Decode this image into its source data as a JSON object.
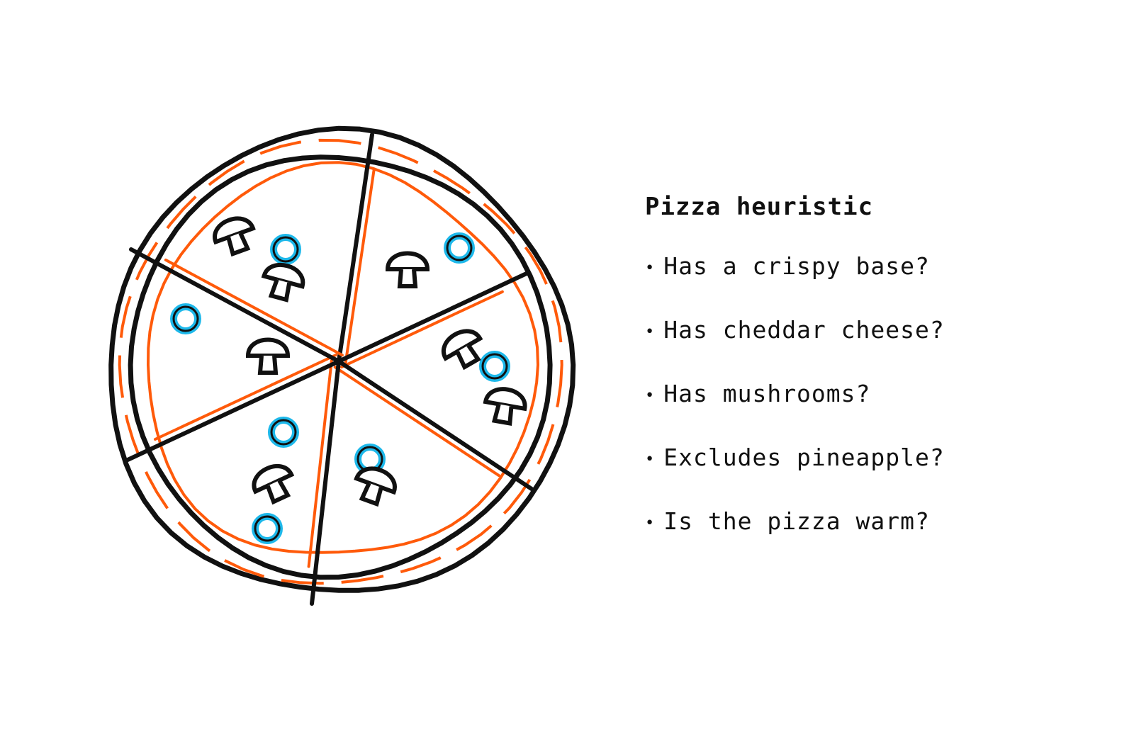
{
  "heuristic": {
    "title": "Pizza heuristic",
    "items": [
      {
        "bullet": "•",
        "label": "Has a crispy base?"
      },
      {
        "bullet": "•",
        "label": "Has cheddar cheese?"
      },
      {
        "bullet": "•",
        "label": "Has mushrooms?"
      },
      {
        "bullet": "•",
        "label": "Excludes pineapple?"
      },
      {
        "bullet": "•",
        "label": "Is the pizza warm?"
      }
    ]
  },
  "illustration": {
    "slices": 6,
    "toppings": [
      "mushroom",
      "olive"
    ],
    "colors": {
      "outline": "#111111",
      "sauce": "#ff5a0a",
      "olive": "#1db8ea",
      "background": "#ffffff"
    }
  }
}
